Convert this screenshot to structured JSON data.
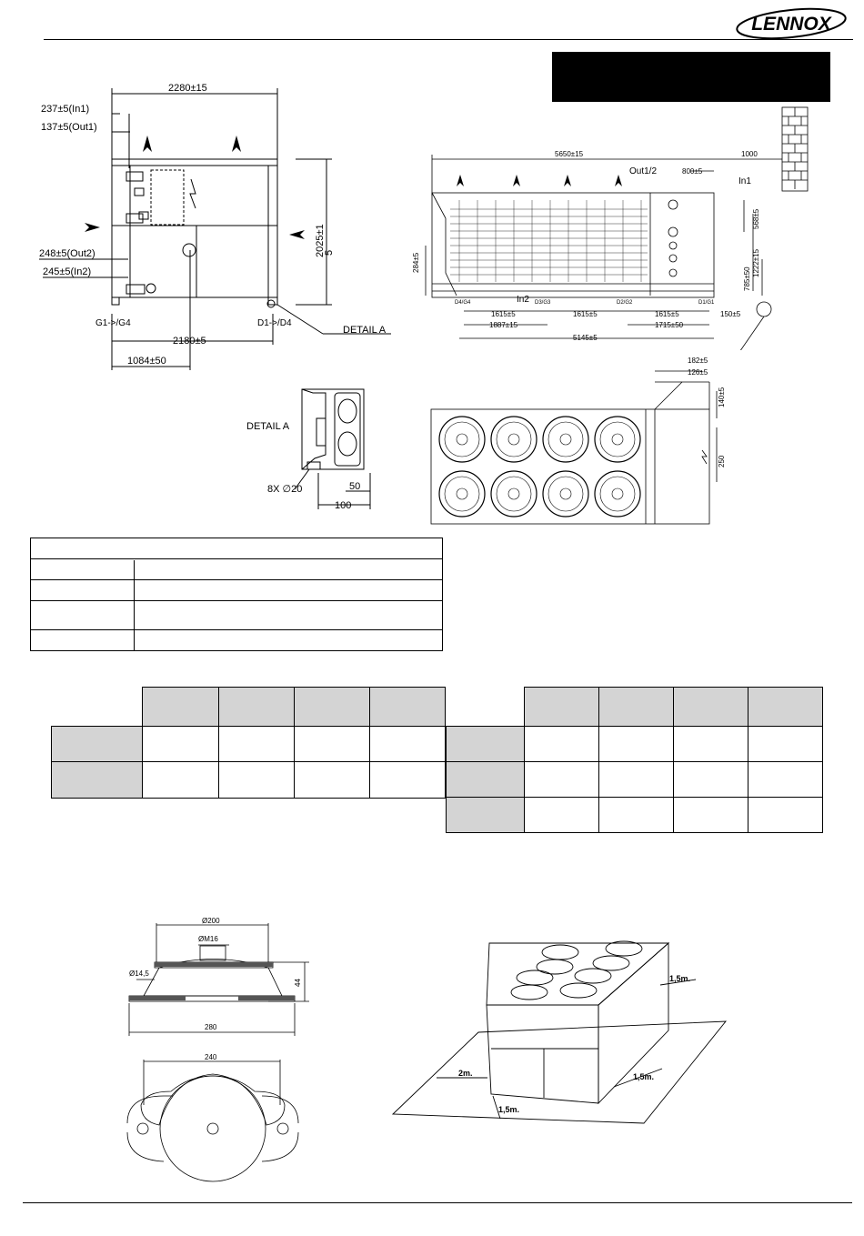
{
  "brand": {
    "logo": "LENNOX"
  },
  "front_view": {
    "dims": [
      "2280±15",
      "237±5(In1)",
      "137±5(Out1)",
      "248±5(Out2)",
      "245±5(In2)",
      "2025±1",
      "5",
      "2180±5",
      "1084±50"
    ],
    "labels": {
      "g": "G1->/G4",
      "d": "D1->/D4",
      "detail": "DETAIL A"
    }
  },
  "side_view": {
    "dims": [
      "5650±15",
      "1000",
      "800±5",
      "284±5",
      "568±5",
      "1222±15",
      "785±50",
      "1615±5",
      "1615±5",
      "1615±5",
      "150±5",
      "1887±15",
      "1715±50",
      "5145±5",
      "182±5",
      "126±5",
      "140±5",
      "250"
    ],
    "labels": {
      "out": "Out1/2",
      "in1": "In1",
      "in2": "In2",
      "d4g4": "D4/G4",
      "d3g3": "D3/G3",
      "d2g2": "D2/G2",
      "d1g1": "D1/G1"
    }
  },
  "detail_a": {
    "label": "DETAIL A",
    "holes": "8X ∅20",
    "d50": "50",
    "d100": "100"
  },
  "antivib": {
    "d200": "Ø200",
    "m16": "ØM16",
    "d145": "Ø14,5",
    "h44": "44",
    "w280": "280",
    "w240": "240"
  },
  "clearance": {
    "c1": "1,5m.",
    "c2": "1,5m.",
    "c3": "1,5m.",
    "c4": "2m."
  }
}
